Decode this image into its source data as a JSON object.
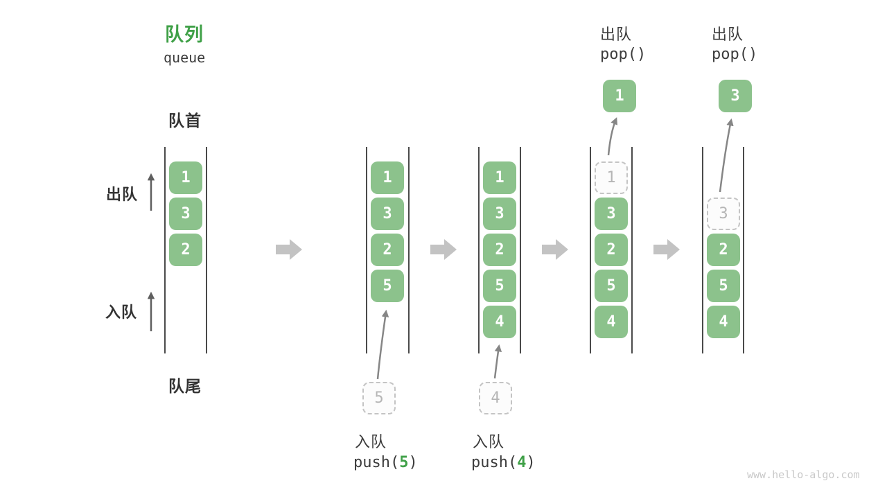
{
  "title": {
    "heading": "队列",
    "subheading": "queue"
  },
  "side_labels": {
    "front": "队首",
    "rear": "队尾",
    "dequeue": "出队",
    "enqueue": "入队"
  },
  "queues": {
    "q1": {
      "items": [
        "1",
        "3",
        "2"
      ]
    },
    "q2": {
      "items": [
        "1",
        "3",
        "2",
        "5"
      ]
    },
    "q3": {
      "items": [
        "1",
        "3",
        "2",
        "5",
        "4"
      ]
    },
    "q4": {
      "ghost": "1",
      "items": [
        "3",
        "2",
        "5",
        "4"
      ]
    },
    "q5": {
      "ghost": "3",
      "items": [
        "2",
        "5",
        "4"
      ]
    }
  },
  "ops": {
    "push5": {
      "label": "入队",
      "fn": "push(",
      "arg": "5",
      "close": ")",
      "ghost_value": "5"
    },
    "push4": {
      "label": "入队",
      "fn": "push(",
      "arg": "4",
      "close": ")",
      "ghost_value": "4"
    },
    "pop1": {
      "label": "出队",
      "code": "pop()",
      "popped_value": "1"
    },
    "pop2": {
      "label": "出队",
      "code": "pop()",
      "popped_value": "3"
    }
  },
  "watermark": "www.hello-algo.com",
  "colors": {
    "item_green": "#8CC28C",
    "accent_green": "#3FA047",
    "container_line": "#4A4A4A",
    "block_arrow_gray": "#C3C3C3",
    "thin_arrow_gray": "#868686",
    "ghost_border": "#C4C4C4",
    "ghost_text": "#B5B5B5",
    "text_dark": "#3C3C3C",
    "watermark_gray": "#C9C9C9"
  }
}
